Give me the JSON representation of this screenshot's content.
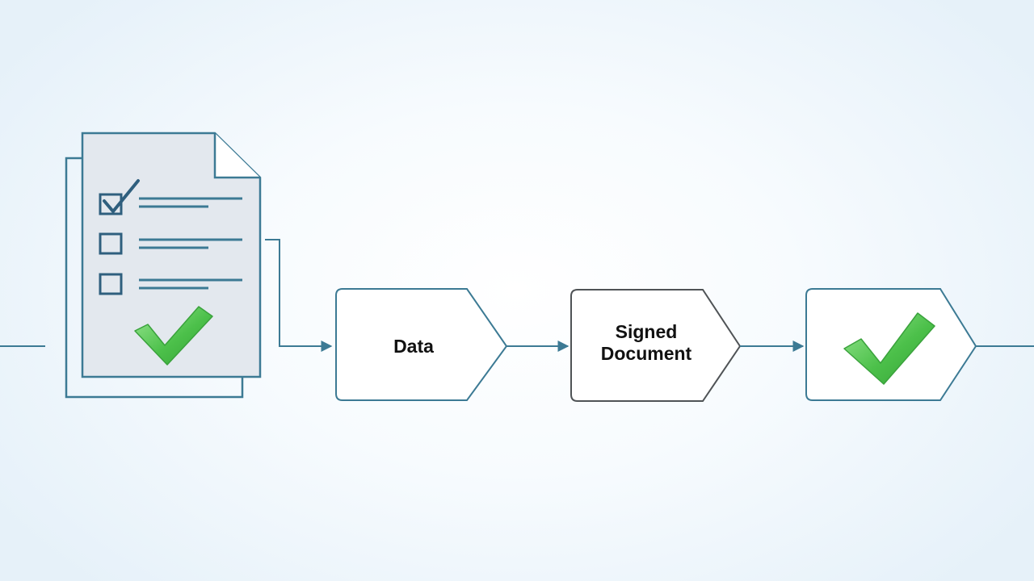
{
  "flow": {
    "steps": [
      {
        "id": "data",
        "label": "Data"
      },
      {
        "id": "signed-document",
        "label_line1": "Signed",
        "label_line2": "Document"
      },
      {
        "id": "verified",
        "icon": "checkmark-icon"
      }
    ],
    "source_icon": "checklist-document-icon"
  },
  "colors": {
    "stroke": "#3c7a94",
    "stroke_dark": "#4f5356",
    "paper_fill": "#e3e8ee",
    "check_green": "#4cc04a",
    "check_green_light": "#8fe08a",
    "background": "#f4f9fd"
  }
}
